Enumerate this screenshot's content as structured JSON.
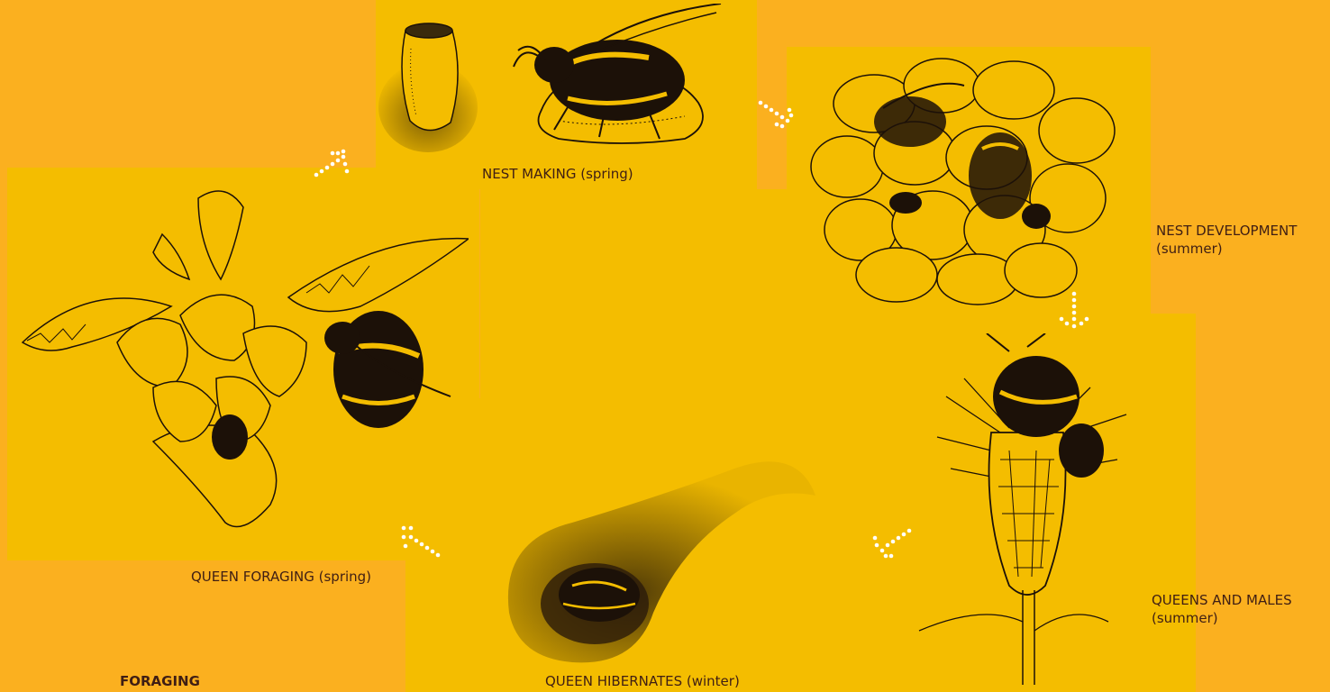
{
  "diagram": {
    "stages": [
      {
        "id": "nest-making",
        "label": "NEST MAKING (spring)"
      },
      {
        "id": "nest-development",
        "label": "NEST DEVELOPMENT",
        "label_line2": "(summer)"
      },
      {
        "id": "queens-and-males",
        "label": "QUEENS AND MALES",
        "label_line2": "(summer)"
      },
      {
        "id": "queen-hibernates",
        "label": "QUEEN HIBERNATES (winter)"
      },
      {
        "id": "queen-foraging",
        "label": "QUEEN FORAGING (spring)"
      }
    ],
    "section_heading": "FORAGING"
  },
  "colors": {
    "background": "#fbb01f",
    "panel": "#f4bd00",
    "ink": "#1c1108",
    "label_text": "#3f1e14",
    "arrow": "#ffffff"
  },
  "icons": {
    "arrow": "dotted-arrow-icon",
    "nest-making": "bee-nest-illustration",
    "nest-development": "brood-cells-illustration",
    "queens-and-males": "bee-on-thistle-illustration",
    "queen-hibernates": "hibernation-burrow-illustration",
    "queen-foraging": "bee-on-flower-illustration"
  }
}
